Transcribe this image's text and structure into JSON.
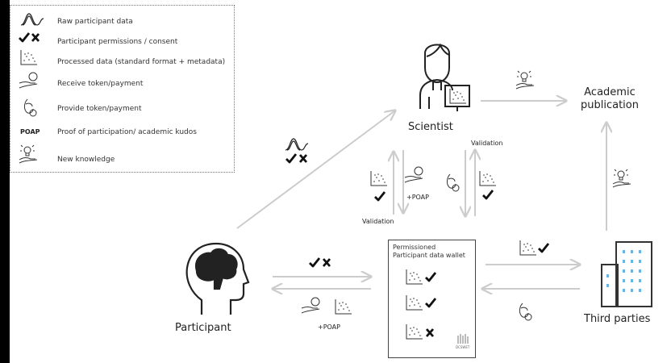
{
  "legend": {
    "raw_data": "Raw participant data",
    "permissions": "Participant permissions / consent",
    "processed": "Processed data (standard format + metadata)",
    "receive_token": "Receive token/payment",
    "provide_token": "Provide token/payment",
    "poap_abbr": "POAP",
    "poap_desc": "Proof of participation/ academic kudos",
    "new_knowledge": "New knowledge"
  },
  "nodes": {
    "scientist": "Scientist",
    "participant": "Participant",
    "third_parties": "Third parties",
    "publication_line1": "Academic",
    "publication_line2": "publication"
  },
  "labels": {
    "validation_left": "Validation",
    "validation_right": "Validation",
    "poap_scientist": "+POAP",
    "poap_participant": "+POAP"
  },
  "wallet": {
    "title_line1": "Permissioned",
    "title_line2": "Participant data wallet",
    "brand": "DCSWET"
  },
  "colors": {
    "arrow": "#cccccc",
    "icon": "#222222",
    "building_accent": "#6fb3e0"
  }
}
